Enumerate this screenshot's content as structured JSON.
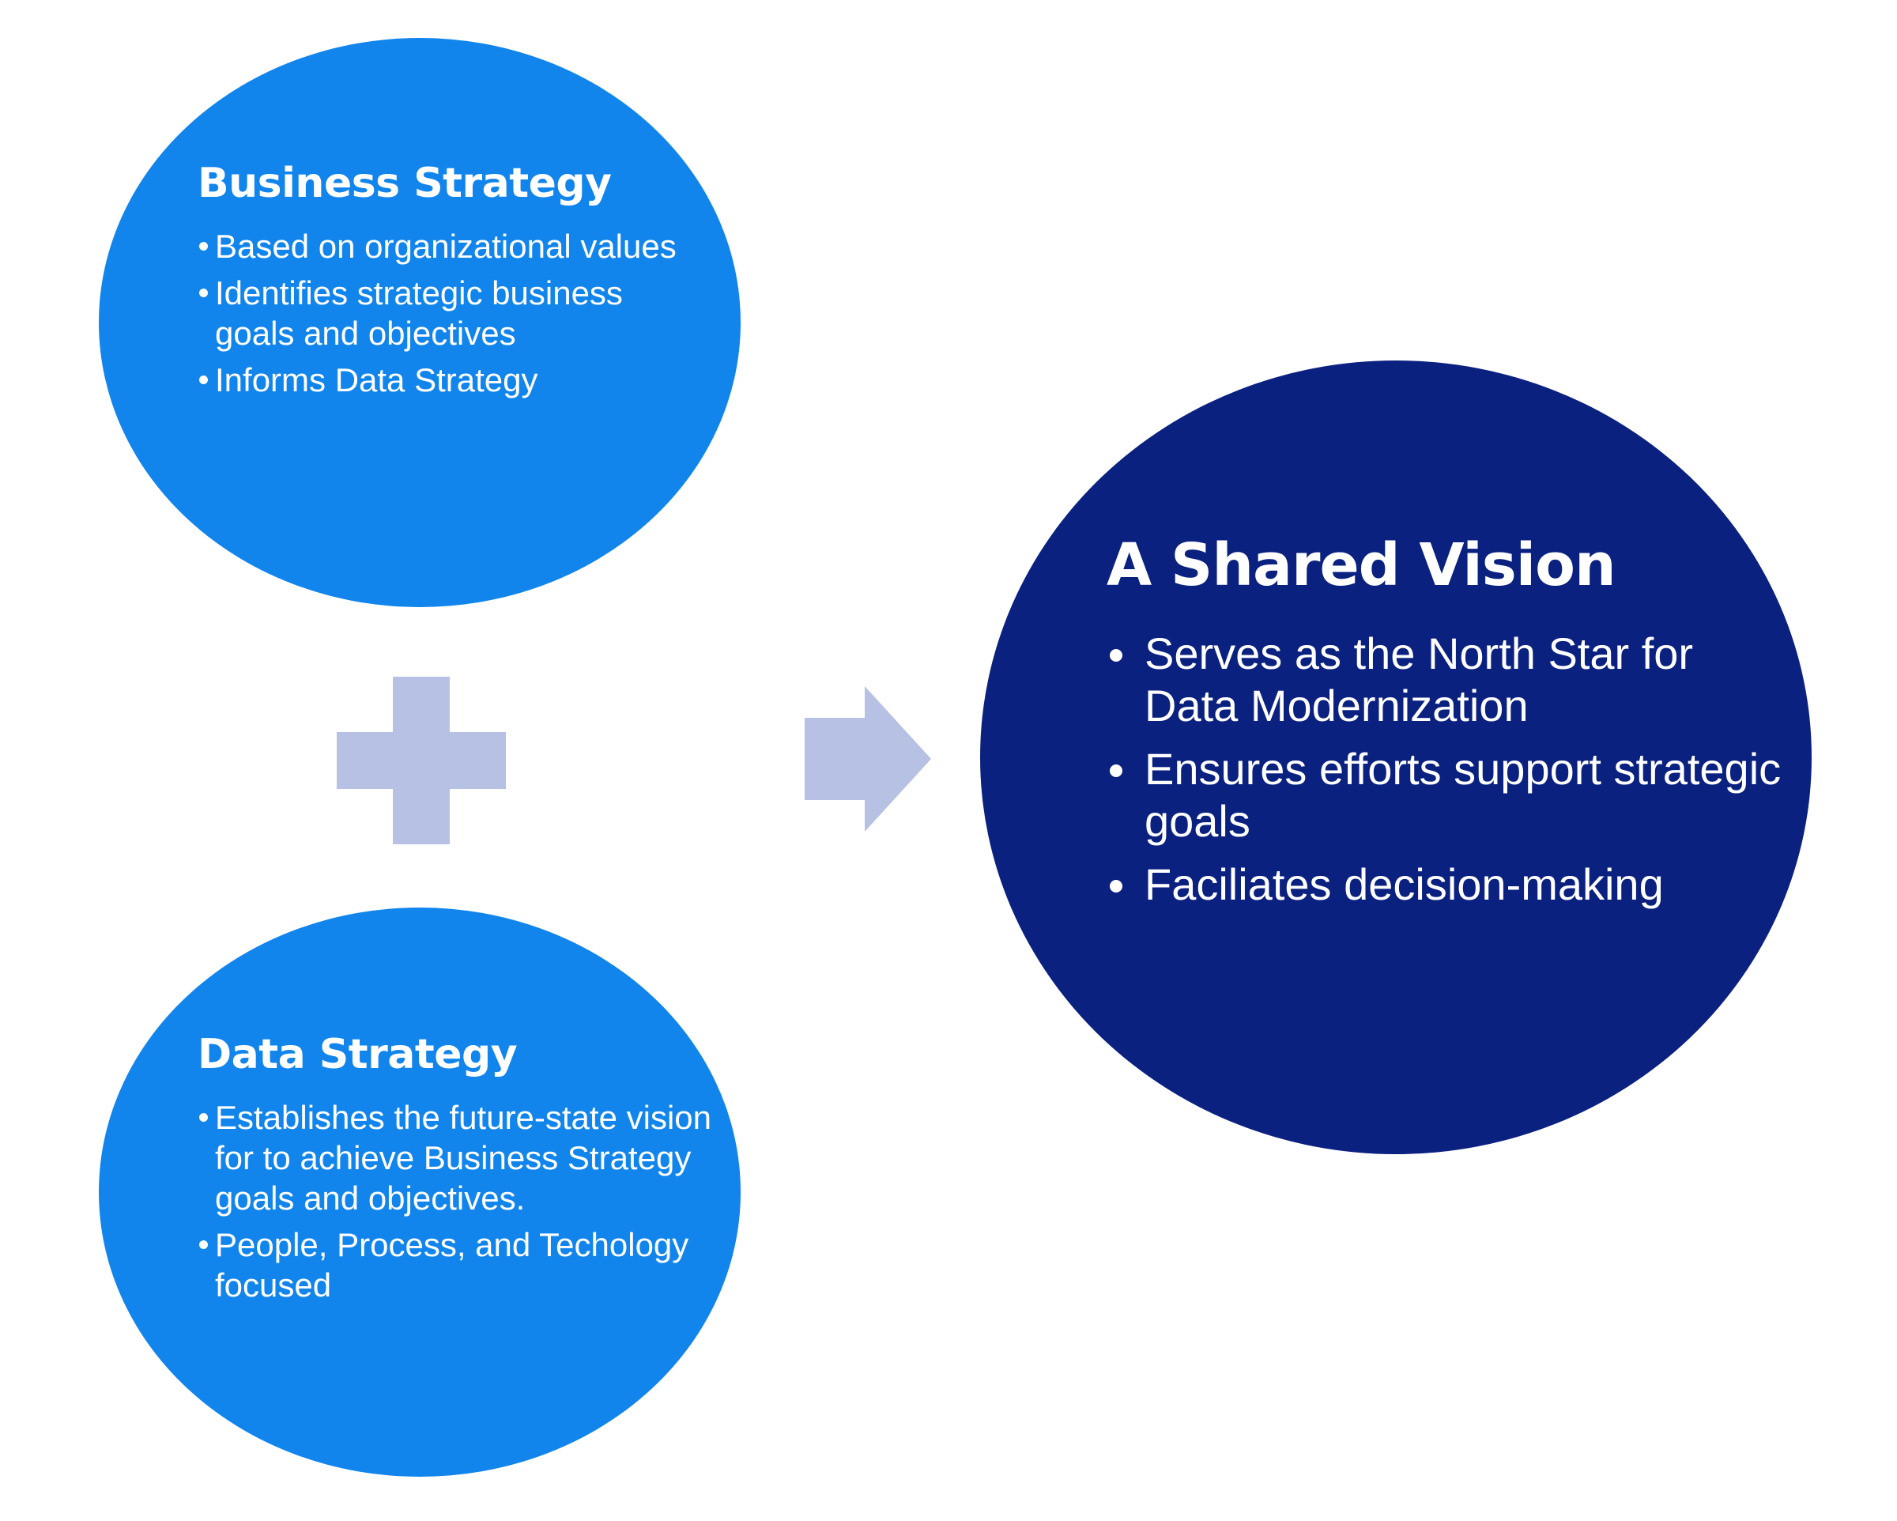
{
  "business": {
    "title": "Business Strategy",
    "bullets": [
      "Based on organizational values",
      "Identifies strategic business goals and objectives",
      "Informs Data Strategy"
    ]
  },
  "data_strategy": {
    "title": "Data Strategy",
    "bullets": [
      "Establishes the future-state vision for to achieve Business Strategy goals and objectives.",
      "People, Process, and Techology focused"
    ]
  },
  "vision": {
    "title": "A Shared Vision",
    "bullets": [
      "Serves as the North Star for Data Modernization",
      "Ensures efforts support strategic goals",
      "Faciliates decision-making"
    ]
  },
  "colors": {
    "input_circle": "#1185ec",
    "vision_circle": "#0b2180",
    "connector": "#b6c1e4",
    "text": "#ffffff"
  },
  "icons": {
    "plus": "plus-icon",
    "arrow": "arrow-right-icon"
  }
}
